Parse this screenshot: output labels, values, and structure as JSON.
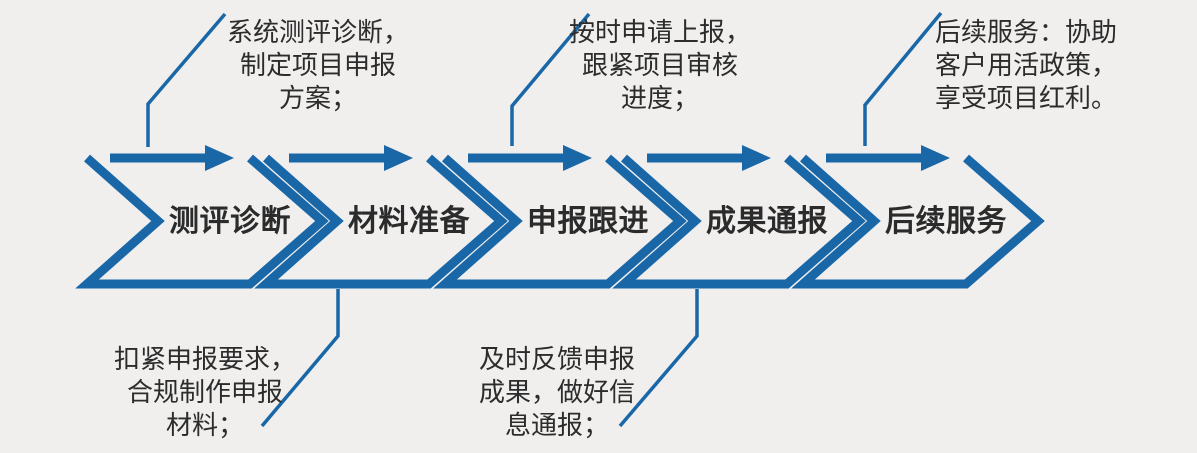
{
  "diagram": {
    "type": "process-flow-chevrons",
    "colors": {
      "accent_blue": "#1a67a8",
      "background": "#f0efee",
      "text": "#2b2b2b"
    },
    "steps": [
      {
        "label": "测评诊断"
      },
      {
        "label": "材料准备"
      },
      {
        "label": "申报跟进"
      },
      {
        "label": "成果通报"
      },
      {
        "label": "后续服务"
      }
    ],
    "callouts": [
      {
        "position": "top",
        "step_index": 0,
        "lines": [
          "系统测评诊断，",
          "制定项目申报",
          "方案；"
        ]
      },
      {
        "position": "top",
        "step_index": 2,
        "lines": [
          "按时申请上报，",
          "跟紧项目审核",
          "进度；"
        ]
      },
      {
        "position": "top",
        "step_index": 4,
        "lines": [
          "后续服务：协助",
          "客户用活政策，",
          "享受项目红利。"
        ]
      },
      {
        "position": "bottom",
        "step_index": 1,
        "lines": [
          "扣紧申报要求，",
          "合规制作申报",
          "材料；"
        ]
      },
      {
        "position": "bottom",
        "step_index": 3,
        "lines": [
          "及时反馈申报",
          "成果，做好信",
          "息通报；"
        ]
      }
    ]
  }
}
